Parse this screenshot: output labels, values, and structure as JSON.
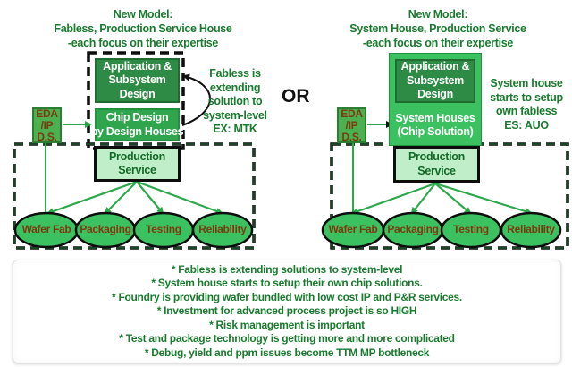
{
  "left_panel": {
    "title_lines": [
      "New Model:",
      "Fabless, Production Service House",
      "-each focus on their expertise"
    ],
    "application_box_lines": [
      "Application &",
      "Subsystem",
      "Design"
    ],
    "chip_design_box_lines": [
      "Chip Design",
      "by Design Houses"
    ],
    "eda_box_lines": [
      "EDA",
      "/IP",
      "D.S."
    ],
    "annotation_lines": [
      "Fabless is",
      "extending",
      "solution to",
      "system-level",
      "EX: MTK"
    ],
    "production_box_lines": [
      "Production",
      "Service"
    ],
    "services": [
      "Wafer Fab",
      "Packaging",
      "Testing",
      "Reliability"
    ]
  },
  "separator_label": "OR",
  "right_panel": {
    "title_lines": [
      "New Model:",
      "System House, Production Service",
      "-each focus on their expertise"
    ],
    "application_box_lines": [
      "Application &",
      "Subsystem",
      "Design"
    ],
    "system_house_box_lines": [
      "System Houses",
      "(Chip Solution)"
    ],
    "eda_box_lines": [
      "EDA",
      "/IP",
      "D.S."
    ],
    "annotation_lines": [
      "System house",
      "starts to setup",
      "own fabless",
      "ES: AUO"
    ],
    "production_box_lines": [
      "Production",
      "Service"
    ],
    "services": [
      "Wafer Fab",
      "Packaging",
      "Testing",
      "Reliability"
    ]
  },
  "notes": [
    "* Fabless is extending solutions to system-level",
    "* System house starts to setup their own chip solutions.",
    "* Foundry is providing wafer bundled with low cost IP and P&R services.",
    "* Investment for advanced process project is so HIGH",
    "* Risk management is important",
    "* Test and package technology is getting more and more complicated",
    "* Debug, yield and ppm issues become TTM MP bottleneck"
  ],
  "colors": {
    "title_text": "#1a7a2e",
    "dark_box": "#2e8b45",
    "bright_box": "#3cc160",
    "light_box": "#bfeec9",
    "ellipse_fill": "#3cc160",
    "ellipse_text": "#7a3b0f",
    "arrow": "#2aa84a",
    "dashed_border": "#0d0d0d"
  }
}
